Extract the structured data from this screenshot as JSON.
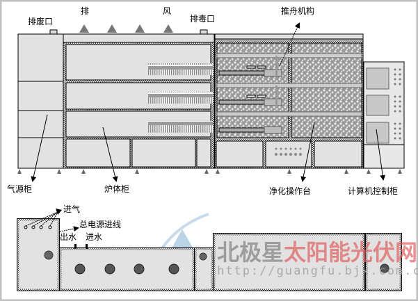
{
  "top_labels": {
    "exhaust_waste_port": "排废口",
    "exhaust_pai": "排",
    "exhaust_feng": "风",
    "exhaust_toxic_port": "排毒口",
    "boat_pusher": "推舟机构"
  },
  "bottom_labels": {
    "gas_cabinet": "气源柜",
    "furnace_cabinet": "炉体柜",
    "clean_bench": "净化操作台",
    "computer_cabinet": "计算机控制柜"
  },
  "floor_plan_labels": {
    "gas_inlet": "进气",
    "main_power_inlet": "总电源进线",
    "water_outlet": "出水",
    "water_inlet": "进水"
  },
  "watermark": {
    "name_gray": "北极星",
    "name_red": "太阳能光伏网",
    "url": "http://guangfu.bjx.com.cn"
  },
  "colors": {
    "panel": "#e2e2e2",
    "outline": "#000000",
    "watermark_red": "#e06060",
    "watermark_gray": "#808080",
    "logo_blue": "#8fb8d8"
  }
}
